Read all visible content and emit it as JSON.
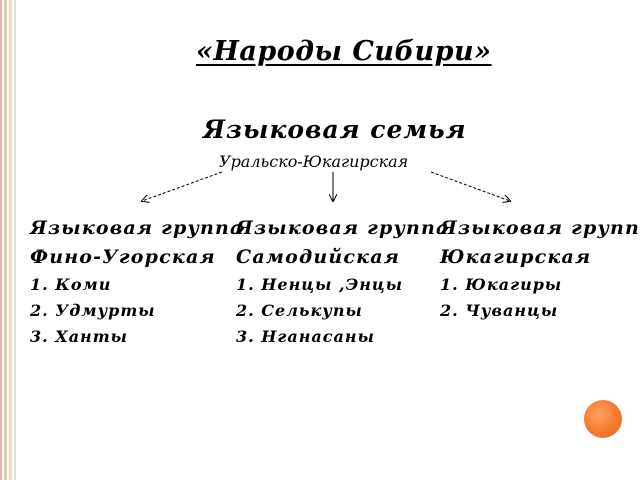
{
  "slide": {
    "title": "«Народы Сибири»",
    "family_heading": "Языковая семья",
    "family_name": "Уральско-Юкагирская",
    "groups": [
      {
        "heading": "Языковая  группа",
        "name": "Фино-Угорская",
        "peoples": [
          "1. Коми",
          "2. Удмурты",
          "3. Ханты"
        ]
      },
      {
        "heading": "Языковая  группа",
        "name": "Самодийская",
        "peoples": [
          "1. Ненцы ,Энцы",
          "2. Селькупы",
          "3. Нганасаны"
        ]
      },
      {
        "heading": "Языковая  группа",
        "name": "Юкагирская",
        "peoples": [
          "1. Юкагиры",
          "2. Чуванцы"
        ]
      }
    ]
  },
  "colors": {
    "accent_circle": "#f57a32",
    "stripe": "#e8b69a",
    "text": "#000000"
  }
}
